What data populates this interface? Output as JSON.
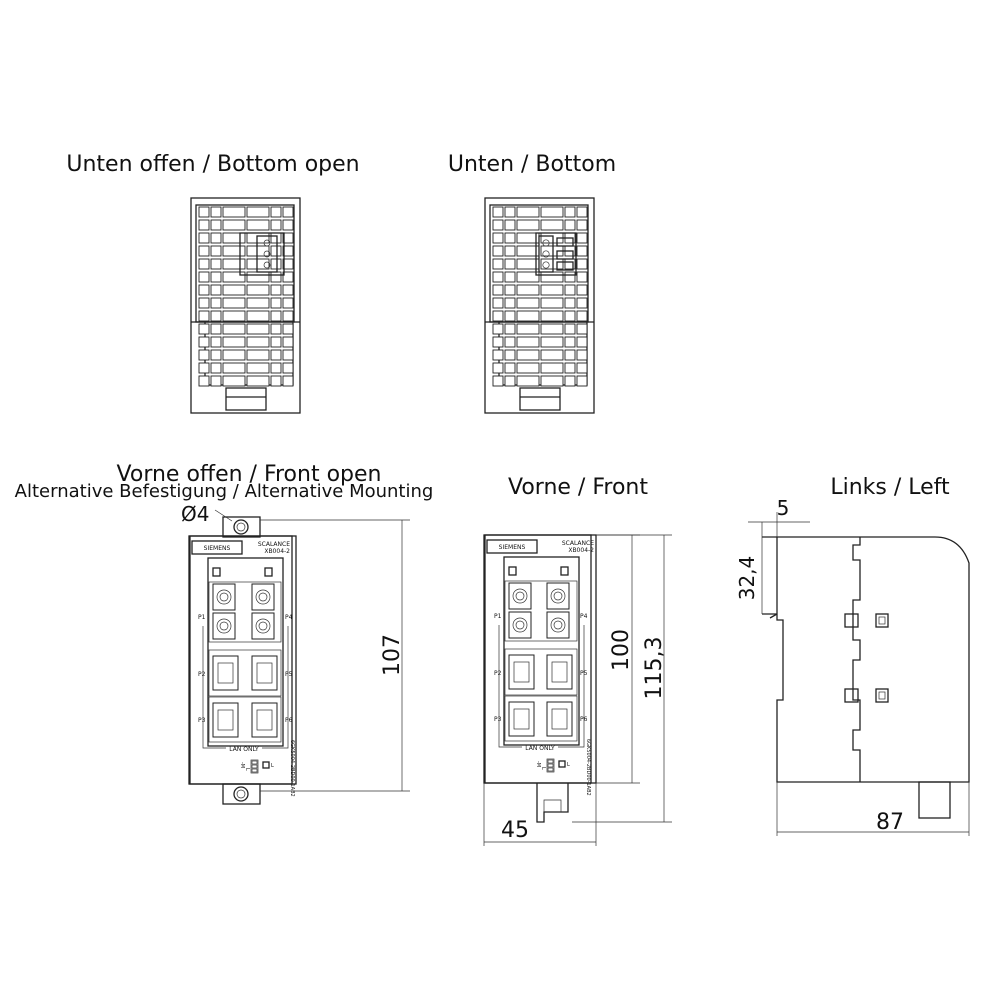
{
  "views": {
    "bottom_open": {
      "title": "Unten offen / Bottom open"
    },
    "bottom": {
      "title": "Unten / Bottom"
    },
    "front_open": {
      "title": "Vorne offen / Front open",
      "subtitle": "Alternative Befestigung / Alternative Mounting",
      "hole_label": "Ø4",
      "dim_height": "107"
    },
    "front": {
      "title": "Vorne  / Front",
      "dim_height": "100",
      "dim_total": "115,3",
      "dim_width": "45"
    },
    "left": {
      "title": "Links / Left",
      "dim_top": "5",
      "dim_offset": "32,4",
      "dim_depth": "87"
    }
  },
  "device": {
    "brand": "SIEMENS",
    "product": "SCALANCE",
    "model": "XB004-2",
    "port_labels": [
      "P1",
      "P2",
      "P3",
      "P4",
      "P5",
      "P6"
    ],
    "lan_only": "LAN ONLY",
    "led_labels": [
      "-M",
      "L",
      "L"
    ],
    "order_no": "6GK5004-2BD00-1AB2"
  },
  "colors": {
    "line": "#222222",
    "background": "#ffffff"
  }
}
